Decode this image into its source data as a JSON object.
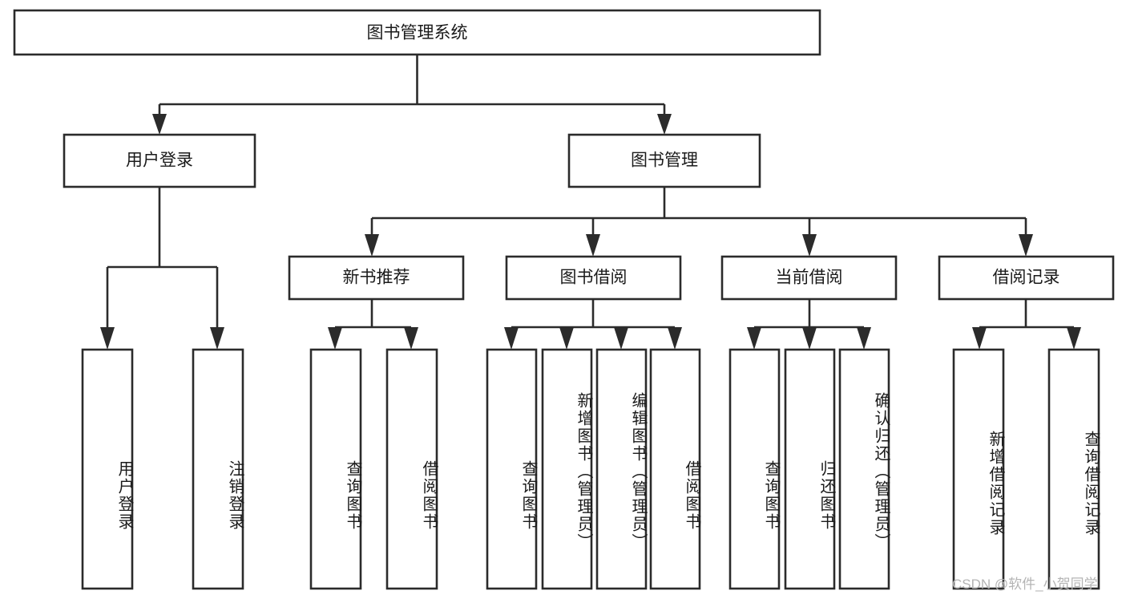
{
  "diagram": {
    "title": "图书管理系统",
    "type": "tree-hierarchy-chart",
    "root": {
      "label": "图书管理系统"
    },
    "level2": [
      {
        "label": "用户登录"
      },
      {
        "label": "图书管理"
      }
    ],
    "level3": [
      {
        "label": "新书推荐"
      },
      {
        "label": "图书借阅"
      },
      {
        "label": "当前借阅"
      },
      {
        "label": "借阅记录"
      }
    ],
    "leaves": {
      "user_login": [
        {
          "label": "用户登录"
        },
        {
          "label": "注销登录"
        }
      ],
      "new_book_recommend": [
        {
          "label": "查询图书"
        },
        {
          "label": "借阅图书"
        }
      ],
      "book_borrow": [
        {
          "label": "查询图书"
        },
        {
          "label": "新增图书（管理员）"
        },
        {
          "label": "编辑图书（管理员）"
        },
        {
          "label": "借阅图书"
        }
      ],
      "current_borrow": [
        {
          "label": "查询图书"
        },
        {
          "label": "归还图书"
        },
        {
          "label": "确认归还（管理员）"
        }
      ],
      "borrow_records": [
        {
          "label": "新增借阅记录"
        },
        {
          "label": "查询借阅记录"
        }
      ]
    }
  },
  "watermark": {
    "text": "CSDN @软件_小贺同学"
  },
  "colors": {
    "stroke": "#2b2b2b",
    "fill": "#ffffff",
    "text": "#1a1a1a",
    "watermark": "#b4b4b4"
  }
}
